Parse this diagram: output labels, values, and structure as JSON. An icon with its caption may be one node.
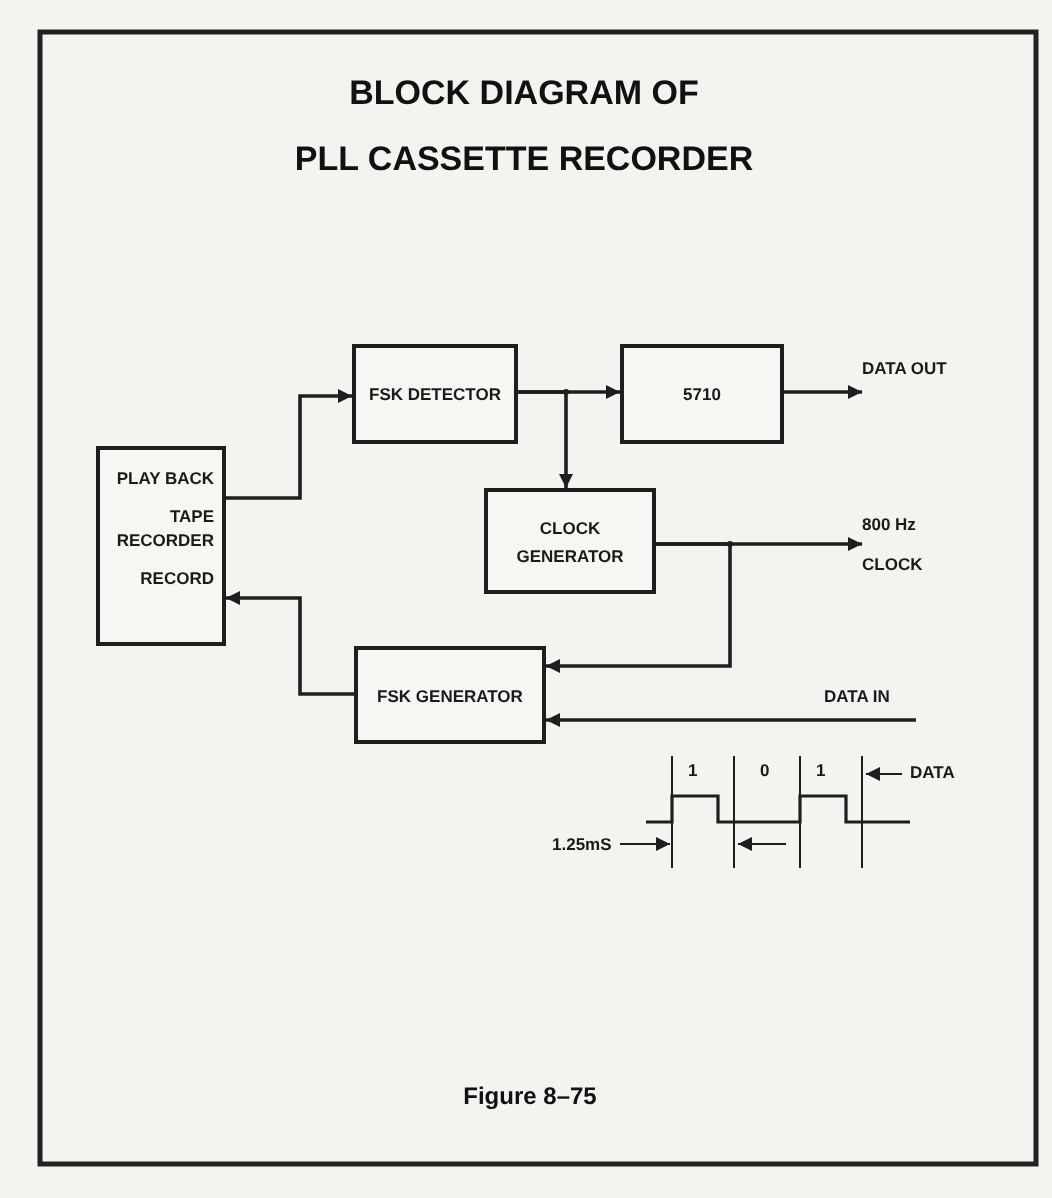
{
  "diagram": {
    "title": "BLOCK DIAGRAM OF PLL CASSETTE RECORDER",
    "caption": "Figure 8–75",
    "nodes": [
      {
        "text": [
          "PLAY BACK",
          "TAPE RECORDER",
          "RECORD"
        ]
      },
      {
        "text": [
          "FSK DETECTOR"
        ]
      },
      {
        "text": [
          "5710"
        ]
      },
      {
        "text": [
          "CLOCK GENERATOR"
        ]
      },
      {
        "text": [
          "FSK GENERATOR"
        ]
      },
      {
        "text": [
          "DATA OUT"
        ]
      },
      {
        "text": [
          "800 Hz",
          "CLOCK"
        ]
      },
      {
        "text": [
          "DATA IN"
        ]
      }
    ],
    "edges": [
      {
        "from": 0,
        "to": 1,
        "arrow": "to"
      },
      {
        "from": 1,
        "to": 2,
        "arrow": "to"
      },
      {
        "from": 1,
        "to": 3,
        "arrow": "to"
      },
      {
        "from": 2,
        "to": 5,
        "arrow": "to"
      },
      {
        "from": 3,
        "to": 6,
        "arrow": "to"
      },
      {
        "from": 3,
        "to": 4,
        "arrow": "to"
      },
      {
        "from": 7,
        "to": 4,
        "arrow": "to"
      },
      {
        "from": 4,
        "to": 0,
        "arrow": "to"
      }
    ],
    "labels": [
      "1",
      "0",
      "1",
      "DATA",
      "1.25mS"
    ]
  }
}
